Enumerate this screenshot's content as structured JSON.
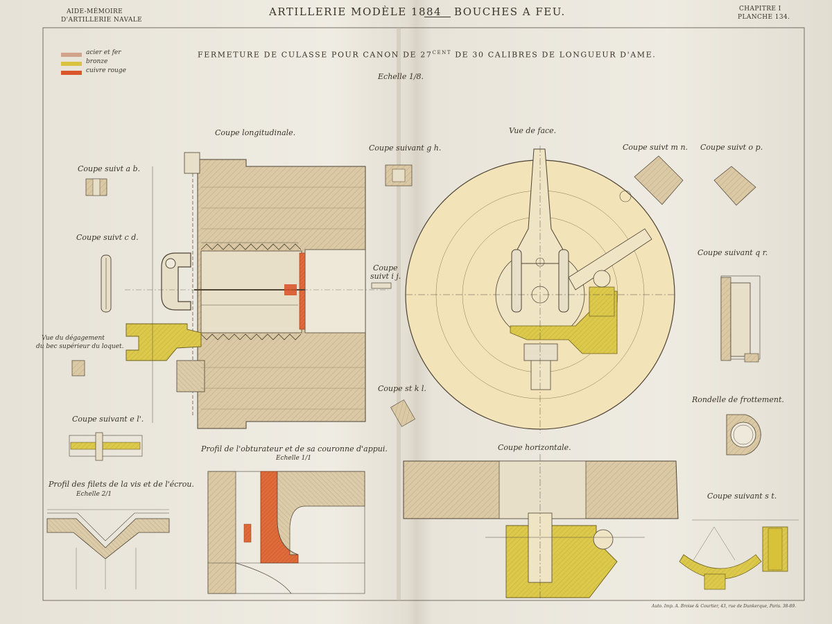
{
  "header": {
    "left_line1": "AIDE-MÉMOIRE",
    "left_line2": "D'ARTILLERIE NAVALE",
    "center_left": "ARTILLERIE MODÈLE 1884",
    "center_right": "BOUCHES A FEU.",
    "right_line1": "CHAPITRE I",
    "right_line2": "PLANCHE 134."
  },
  "title": {
    "main_pre": "FERMETURE DE CULASSE POUR CANON DE 27",
    "main_sup": "cent",
    "main_post": "DE 30 CALIBRES DE LONGUEUR D'AME.",
    "scale_text": "Echelle 1/8."
  },
  "legend": [
    {
      "label": "acier et fer",
      "color": "#cfa48a"
    },
    {
      "label": "bronze",
      "color": "#d9c23f"
    },
    {
      "label": "cuivre rouge",
      "color": "#d9562a"
    }
  ],
  "labels": {
    "coupe_longitudinale": "Coupe longitudinale.",
    "vue_de_face": "Vue de face.",
    "coupe_gh": "Coupe suivant g h.",
    "coupe_mn": "Coupe suivt m n.",
    "coupe_op": "Coupe suivt o p.",
    "coupe_ab": "Coupe suivt a b.",
    "coupe_cd": "Coupe suivt c d.",
    "coupe_ij_1": "Coupe",
    "coupe_ij_2": "suivt i j.",
    "coupe_qr": "Coupe suivant q r.",
    "vue_degagement_1": "Vue du dégagement",
    "vue_degagement_2": "du bec supérieur du loquet.",
    "coupe_kl": "Coupe st k l.",
    "rondelle": "Rondelle de frottement.",
    "coupe_el": "Coupe suivant e l'.",
    "profil_obt": "Profil de l'obturateur et de sa couronne d'appui.",
    "echelle_obt": "Echelle 1/1",
    "coupe_horizontale": "Coupe horizontale.",
    "coupe_st": "Coupe suivant s t.",
    "profil_filets": "Profil des filets de la vis et de l'écrou.",
    "echelle_filets": "Echelle 2/1",
    "credit": "Auto. Imp. A. Broise & Courtier, 43, rue de Dunkerque, Paris. 38-89."
  },
  "colors": {
    "paper": "#ece9df",
    "steel": "#d6c4a0",
    "bronze": "#d9c23f",
    "copper": "#d9562a",
    "ink": "#3a3328",
    "disc": "#f2e3b8"
  }
}
